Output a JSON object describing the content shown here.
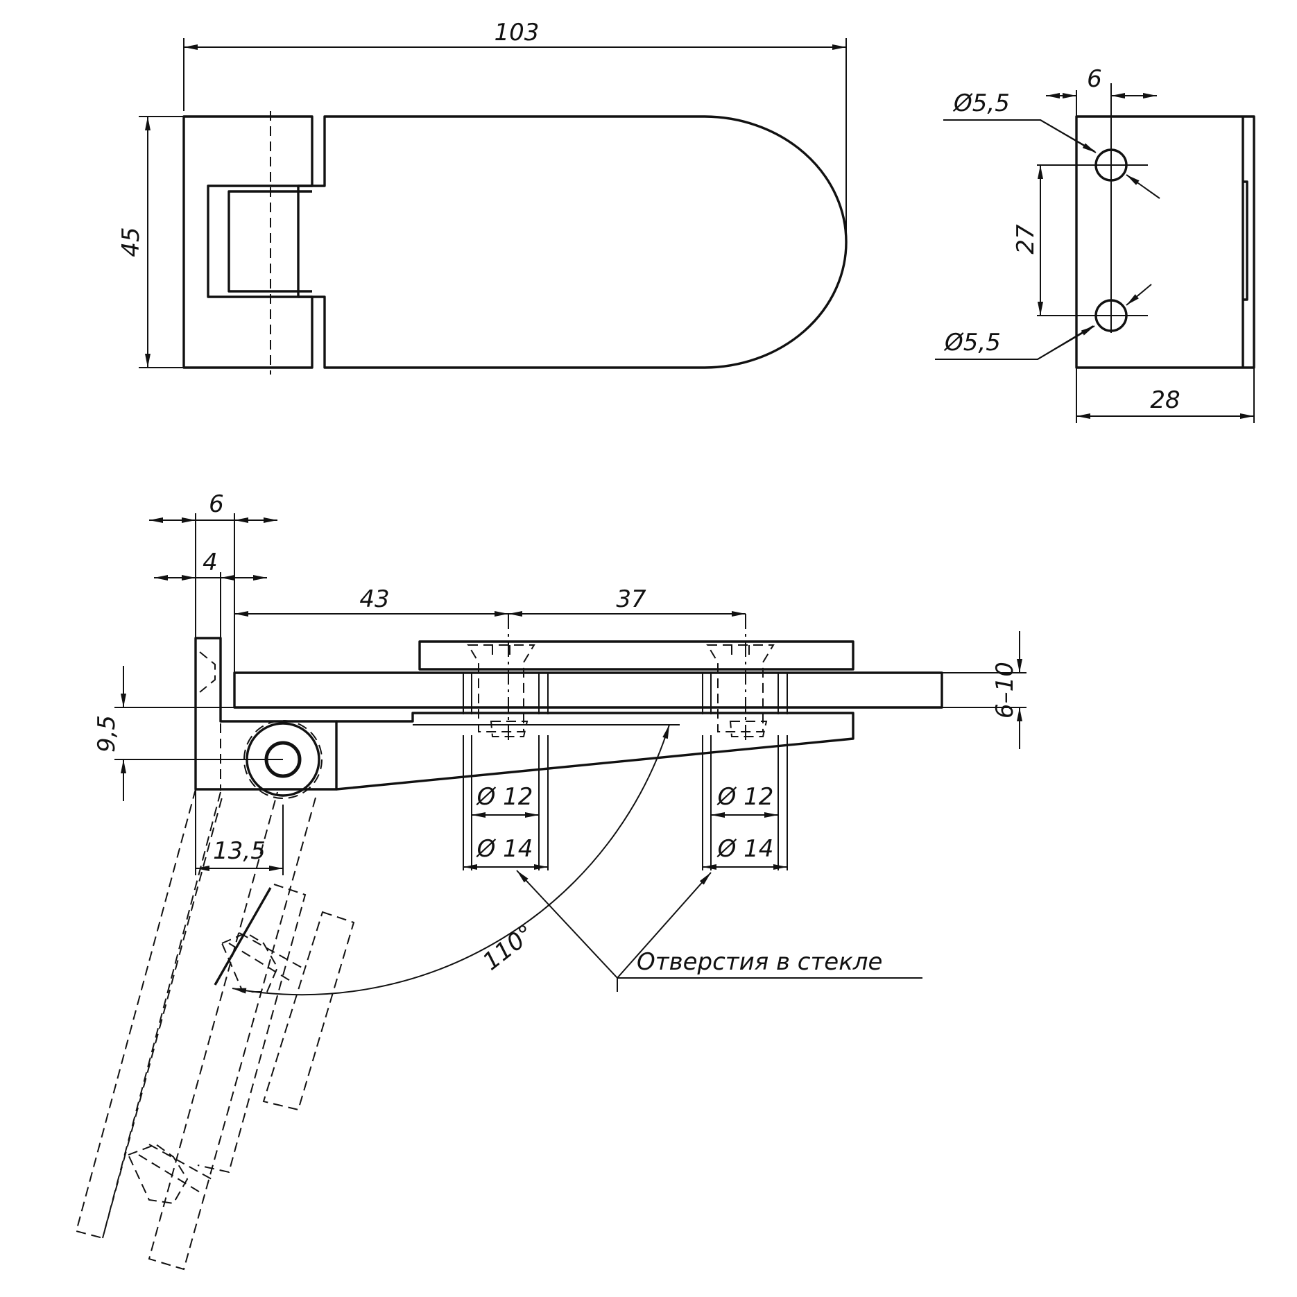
{
  "dimensions": {
    "overall_length": "103",
    "height": "45",
    "hole_offset": "6",
    "hole_dia_top": "Ø5,5",
    "hole_dia_bottom": "Ø5,5",
    "hole_spacing": "27",
    "width": "28",
    "side_6": "6",
    "side_4": "4",
    "dist_43": "43",
    "dist_37": "37",
    "axis_offset": "9,5",
    "glass_thickness": "6–10",
    "swing_13_5": "13,5",
    "bore_left_small": "Ø 12",
    "bore_left_large": "Ø 14",
    "bore_right_small": "Ø 12",
    "bore_right_large": "Ø 14",
    "opening_angle": "110°"
  },
  "callout": "Отверстия в стекле",
  "colors": {
    "ink": "#111111",
    "paper": "#ffffff"
  }
}
